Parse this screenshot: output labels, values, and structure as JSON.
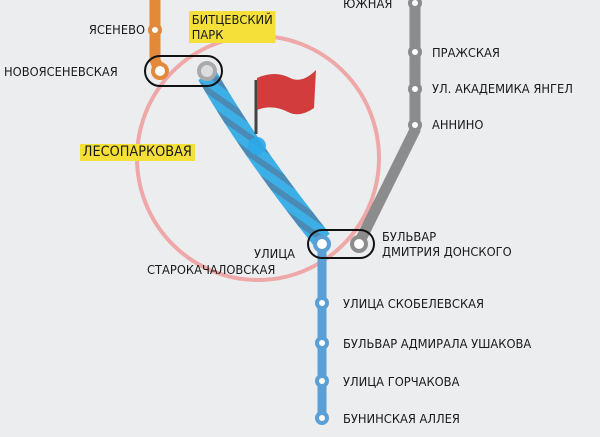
{
  "colors": {
    "orange_line": "#e28a3a",
    "gray_line": "#8c8c8c",
    "blue_line": "#5a9fd6",
    "new_line": "#2aa8e6",
    "zone_circle": "#eea0a0",
    "flag": "#d23c3c",
    "highlight": "#f5e03a"
  },
  "stations": {
    "yasenevo": "ЯСЕНЕВО",
    "novoyasenevskaya": "НОВОЯСЕНЕВСКАЯ",
    "bittsevsky_park_1": "БИТЦЕВСКИЙ",
    "bittsevsky_park_2": "ПАРК",
    "lesoparkovaya": "ЛЕСОПАРКОВАЯ",
    "yuzhnaya": "ЮЖНАЯ",
    "prazhskaya": "ПРАЖСКАЯ",
    "akademika_yangelya": "УЛ. АКАДЕМИКА ЯНГЕЛ",
    "annino": "АННИНО",
    "starokachalovskaya_1": "УЛИЦА",
    "starokachalovskaya_2": "СТАРОКАЧАЛОВСКАЯ",
    "dmitriya_donskogo_1": "БУЛЬВАР",
    "dmitriya_donskogo_2": "ДМИТРИЯ ДОНСКОГО",
    "skobelevskaya": "УЛИЦА СКОБЕЛЕВСКАЯ",
    "admirala_ushakova": "БУЛЬВАР АДМИРАЛА УШАКОВА",
    "gorchakova": "УЛИЦА ГОРЧАКОВА",
    "buninskaya": "БУНИНСКАЯ АЛЛЕЯ"
  }
}
